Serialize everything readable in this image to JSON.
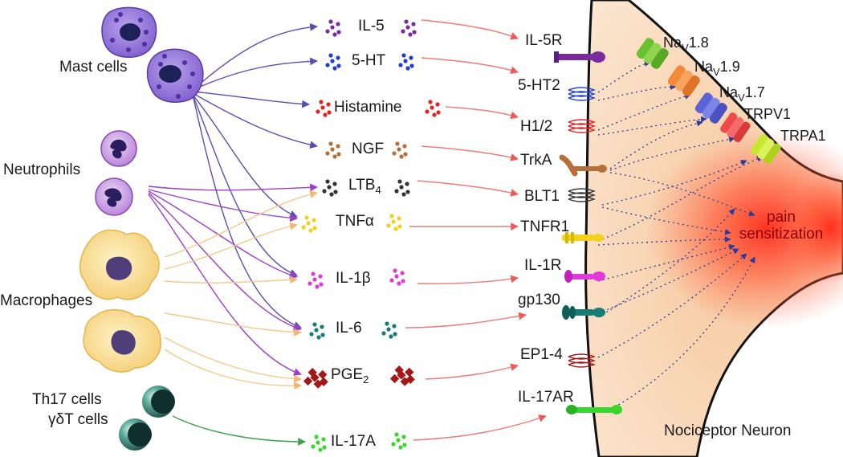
{
  "cells": {
    "mast": "Mast cells",
    "neutrophils": "Neutrophils",
    "macrophages": "Macrophages",
    "th17": "Th17 cells",
    "gdt": "γδT cells"
  },
  "mediators": {
    "il5": "IL-5",
    "ht5": "5-HT",
    "histamine": "Histamine",
    "ngf": "NGF",
    "ltb4_main": "LTB",
    "ltb4_sub": "4",
    "tnfa": "TNFα",
    "il1b": "IL-1β",
    "il6": "IL-6",
    "pge2_main": "PGE",
    "pge2_sub": "2",
    "il17a": "IL-17A"
  },
  "receptors": {
    "il5r": "IL-5R",
    "ht2": "5-HT2",
    "h12": "H1/2",
    "trka": "TrkA",
    "blt1": "BLT1",
    "tnfr1": "TNFR1",
    "il1r": "IL-1R",
    "gp130": "gp130",
    "ep14": "EP1-4",
    "il17ar": "IL-17AR"
  },
  "channels": {
    "nav18_main": "Na",
    "nav18_sub": "V",
    "nav18_rest": "1.8",
    "nav19_main": "Na",
    "nav19_sub": "V",
    "nav19_rest": "1.9",
    "nav17_main": "Na",
    "nav17_sub": "V",
    "nav17_rest": "1.7",
    "trpv1": "TRPV1",
    "trpa1": "TRPA1"
  },
  "pain": {
    "line1": "pain",
    "line2": "sensitization"
  },
  "neuron": {
    "label": "Nociceptor Neuron"
  },
  "colors": {
    "mast": "#8f6bd6",
    "neutrophil": "#b77ed9",
    "macrophage": "#f3d27a",
    "th17": "#1f6b5d",
    "arrow_mast": "#5a4fb0",
    "arrow_neutrophil": "#9b3fc7",
    "arrow_macrophage": "#f2c98a",
    "arrow_th17": "#3aa04a",
    "arrow_receptor": "#ef7a7a",
    "arrow_channel": "#2d3b9a",
    "il5": "#7b2a9e",
    "ht5": "#1f3fd1",
    "histamine": "#e52222",
    "ngf": "#b5703a",
    "ltb4": "#333333",
    "tnfa": "#f0d21a",
    "il1b": "#e23ad8",
    "il6": "#167c75",
    "pge2": "#a51616",
    "il17a": "#38d62e",
    "nav18": "#6ac12f",
    "nav19": "#f28a3a",
    "nav17": "#5b63d6",
    "trpv1": "#ef4a4a",
    "trpa1": "#c8e830"
  }
}
